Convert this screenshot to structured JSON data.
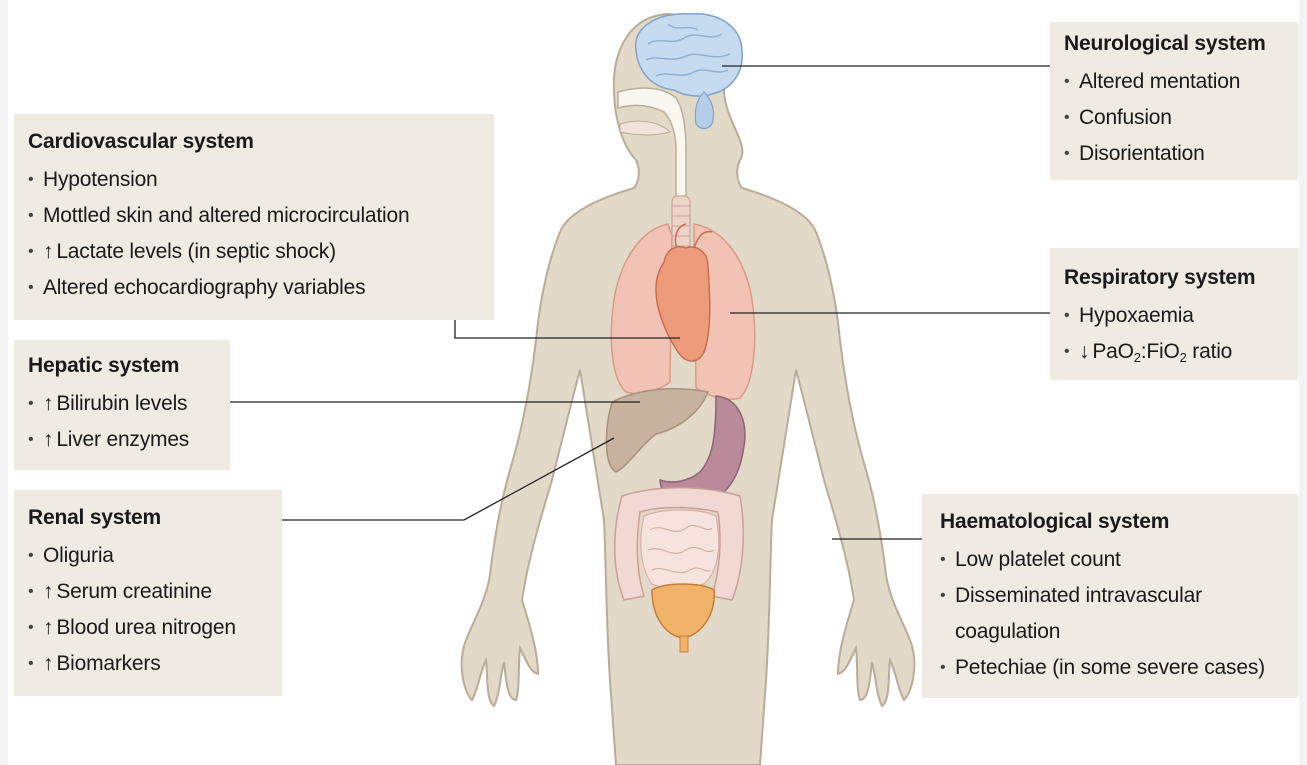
{
  "panels": {
    "neuro": {
      "title": "Neurological system",
      "items": [
        "Altered mentation",
        "Confusion",
        "Disorientation"
      ]
    },
    "cardio": {
      "title": "Cardiovascular system",
      "item1": "Hypotension",
      "item2": "Mottled skin and altered microcirculation",
      "item3_arrow": "↑",
      "item3": "Lactate levels (in septic shock)",
      "item4": "Altered echocardiography variables"
    },
    "resp": {
      "title": "Respiratory system",
      "item1": "Hypoxaemia",
      "item2_arrow": "↓",
      "item2_a": "PaO",
      "item2_sub1": "2",
      "item2_b": ":FiO",
      "item2_sub2": "2",
      "item2_c": " ratio"
    },
    "hepatic": {
      "title": "Hepatic system",
      "arrow": "↑",
      "item1": "Bilirubin levels",
      "item2": "Liver enzymes"
    },
    "renal": {
      "title": "Renal system",
      "item1": "Oliguria",
      "arrow": "↑",
      "item2": "Serum creatinine",
      "item3": "Blood urea nitrogen",
      "item4": "Biomarkers"
    },
    "haem": {
      "title": "Haematological system",
      "item1": "Low platelet count",
      "item2": "Disseminated intravascular coagulation",
      "item3": "Petechiae (in some severe cases)"
    }
  },
  "colors": {
    "panel_bg": "#efebe2",
    "body_fill": "#e2d9c9",
    "body_stroke": "#b9ad99",
    "brain": "#c6daf0",
    "lungs": "#f2c3b4",
    "heart": "#ee9b7c",
    "liver": "#c8b3a0",
    "stomach": "#b88a9a",
    "intestine": "#f1d8d2",
    "bladder": "#f1b36a",
    "leader_line": "#222222"
  }
}
